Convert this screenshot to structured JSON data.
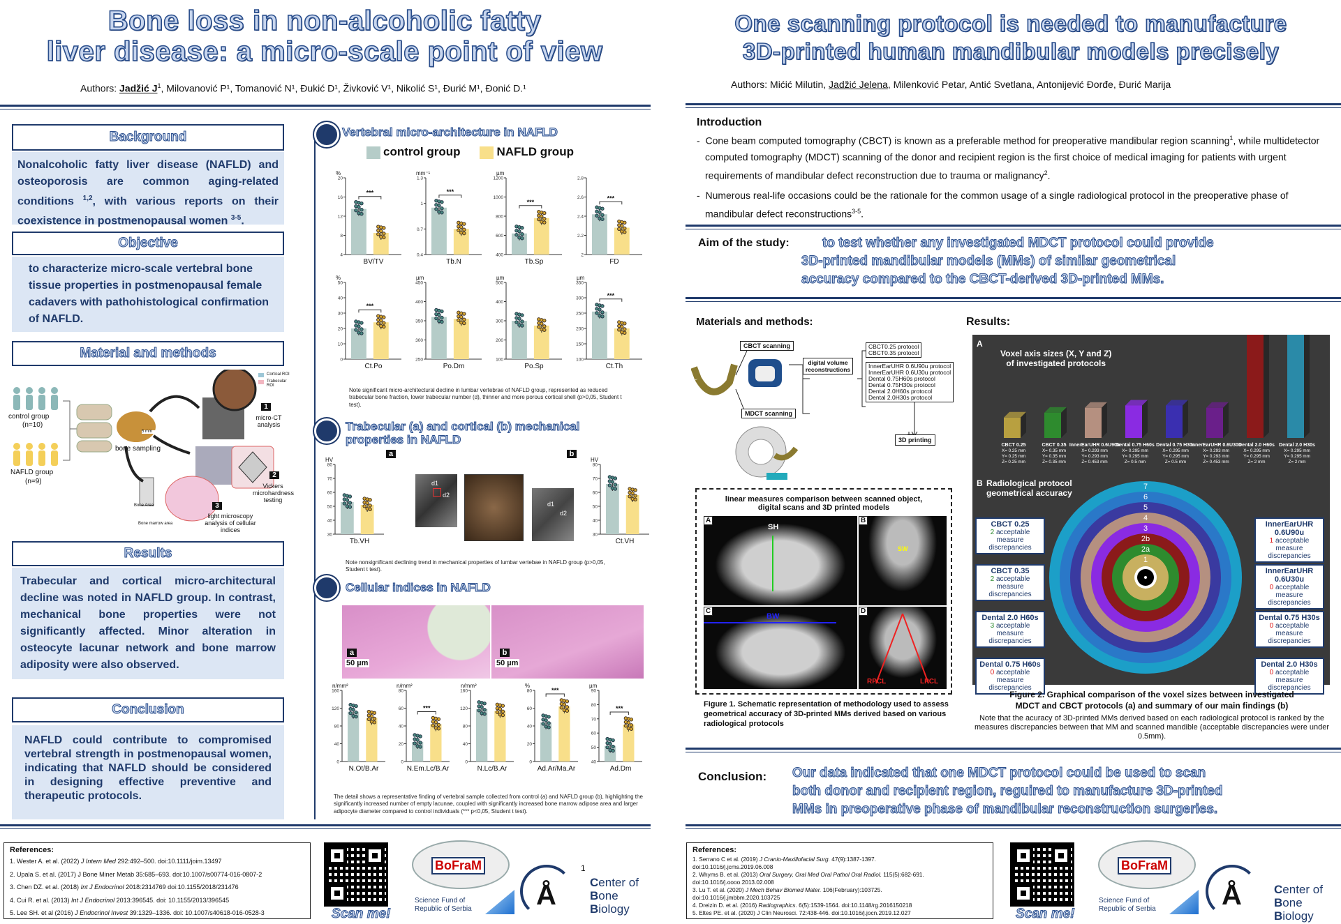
{
  "left": {
    "title": {
      "line1": "Bone loss in non-alcoholic fatty",
      "line2": "liver disease: a micro-scale point of view"
    },
    "authors_prefix": "Authors: ",
    "authors_first": "Jadžić J",
    "authors_first_sup": "1",
    "authors_rest": ", Milovanović P¹, Tomanović N¹, Đukić D¹, Živković V¹, Nikolić S¹, Đurić M¹, Đonić D.¹",
    "background": {
      "title": "Background",
      "text_a": "Nonalcoholic fatty liver disease (NAFLD) and osteoporosis are common aging-related conditions ",
      "sup_a": "1,2",
      "text_b": ", with various reports on their coexistence in postmenopausal women ",
      "sup_b": "3-5",
      "text_c": "."
    },
    "objective": {
      "title": "Objective",
      "text": "to characterize micro-scale vertebral bone tissue properties in postmenopausal female cadavers with pathohistological confirmation of NAFLD."
    },
    "methods": {
      "title": "Material and methods",
      "control_group": "control group",
      "control_n": "(n=10)",
      "nafld_group": "NAFLD group",
      "nafld_n": "(n=9)",
      "bone_sampling": "bone sampling",
      "scale": "5 mm",
      "cortical_roi": "Cortical ROI",
      "trabecular_roi": "Trabecular ROI",
      "step1_num": "1",
      "step1": "micro-CT analysis",
      "step2_num": "2",
      "step2": "Vickers microhardness testing",
      "step3_num": "3",
      "step3": "light microscopy analysis of cellular indices",
      "bone_area": "Bone Area",
      "bone_marrow_area": "Bone marrow area"
    },
    "results": {
      "title": "Results",
      "text": "Trabecular and cortical micro-architectural decline was noted in NAFLD group. In contrast, mechanical bone properties were not significantly affected. Minor alteration in osteocyte lacunar network and bone marrow adiposity were also observed."
    },
    "conclusion": {
      "title": "Conclusion",
      "text": "NAFLD could contribute to compromised vertebral strength in postmenopausal women, indicating that NAFLD should be considered in designing effective preventive and therapeutic protocols."
    },
    "vertebral": {
      "title": "Vertebral micro-architecture in NAFLD",
      "legend_control": "control group",
      "legend_nafld": "NAFLD group",
      "note": "Note significant micro-architectural decline in lumbar vertebrae of NAFLD group, represented as reduced trabecular bone fraction, lower trabecular number (d), thinner and more porous cortical shell (p>0,05, Student t test)."
    },
    "mechanical": {
      "title_line1": "Trabecular (a) and cortical (b) mechanical",
      "title_line2": "properties in NAFLD",
      "panel_a": "a",
      "panel_b": "b",
      "d1": "d1",
      "d2": "d2",
      "note": "Note nonsignificant declining trend in mechanical properties of lumbar vertebae in NAFLD group (p>0,05, Student t test)."
    },
    "cellular": {
      "title": "Cellular indices in NAFLD",
      "panel_a": "a",
      "panel_b": "b",
      "scale": "50 µm",
      "note": "The detail shows a representative finding of vertebral sample collected from control (a) and NAFLD group (b), highlighting the significantly increased number of empty lacunae, coupled with significantly increased bone marrow adipose area and larger adipocyte diameter compared to control individuals (*** p<0,05, Student t test)."
    },
    "references": {
      "title": "References:",
      "items": [
        [
          "1. Wester A. et al. (2022) ",
          "J Intern Med",
          " 292:492–500. doi:10.1111/joim.13497"
        ],
        [
          "2. Upala S. et al. (2017) J Bone Miner Metab 35:685–693. doi:10.1007/s00774-016-0807-2",
          "",
          ""
        ],
        [
          "3. Chen DZ. et al. (2018) ",
          "Int J Endocrinol",
          " 2018:2314769 doi:10.1155/2018/231476"
        ],
        [
          "4. Cui R. et al. (2013) ",
          "Int J Endocrinol",
          " 2013:396545. doi: 10.1155/2013/396545"
        ],
        [
          "5. Lee SH. et al (2016) ",
          "J Endocrinol Invest",
          " 39:1329–1336. doi: 10.1007/s40618-016-0528-3"
        ]
      ]
    },
    "scan_me": "Scan me!",
    "page_number": "1"
  },
  "right": {
    "title": {
      "line1": "One scanning protocol is needed to manufacture",
      "line2": "3D-printed human mandibular models precisely"
    },
    "authors_prefix": "Authors: Mićić Milutin, ",
    "authors_underlined": "Jadžić Jelena",
    "authors_rest": ", Milenković Petar, Antić Svetlana, Antonijević Đorđe, Đurić Marija",
    "introduction": {
      "title": "Introduction",
      "bullet1_a": "Cone beam computed tomography (CBCT) is known as a preferable method for preoperative mandibular region scanning",
      "bullet1_sup1": "1",
      "bullet1_b": ", while multidetector computed tomography (MDCT) scanning of the donor and recipient region is the first choice of medical imaging for patients with urgent requirements of mandibular defect reconstruction due to trauma or malignancy",
      "bullet1_sup2": "2",
      "bullet1_c": ".",
      "bullet2_a": "Numerous real-life occasions could be the rationale for the common usage of a single radiological protocol in the preoperative phase of mandibular defect reconstructions",
      "bullet2_sup": "3-5",
      "bullet2_b": "."
    },
    "aim": {
      "label": "Aim of the study:",
      "line1": "to test whether any investigated MDCT protocol could provide",
      "line2": "3D-printed mandibular models (MMs) of similar geometrical",
      "line3": "accuracy compared to the CBCT-derived 3D-printed MMs."
    },
    "methods": {
      "title": "Materials and methods:",
      "cbct_scanning": "CBCT scanning",
      "mdct_scanning": "MDCT scanning",
      "digital_volume": "digital volume reconstructions",
      "cbct_protocols": [
        "CBCT0.25 protocol",
        "CBCT0.35 protocol"
      ],
      "mdct_protocols": [
        "InnerEarUHR 0.6U90u protocol",
        "InnerEarUHR 0.6U30u protocol",
        "Dental 0.75H60s protocol",
        "Dental 0.75H30s protocol",
        "Dental 2.0H60s protocol",
        "Dental 2.0H30s protocol"
      ],
      "printing": "3D printing",
      "comparison_line1": "linear measures comparison between scanned object,",
      "comparison_line2": "digital scans and 3D printed models",
      "panels": [
        "A",
        "B",
        "C",
        "D"
      ],
      "sh": "SH",
      "sw": "SW",
      "bw": "BW",
      "rpcl": "RPCL",
      "lpcl": "LPCL",
      "fig1_caption": "Figure 1. Schematic representation of methodology used to assess geometrical accuracy of 3D-printed MMs derived based on various radiological protocols"
    },
    "results": {
      "title": "Results:",
      "panel_a": "A",
      "voxel_title_line1": "Voxel axis sizes (X, Y and Z)",
      "voxel_title_line2": "of investigated protocols",
      "voxel_bars": [
        {
          "name": "CBCT 0.25",
          "x": "X= 0.25 mm",
          "y": "Y= 0.25 mm",
          "z": "Z= 0.25 mm",
          "color": "#b8a040",
          "value": 0.25
        },
        {
          "name": "CBCT 0.35",
          "x": "X= 0.35 mm",
          "y": "Y= 0.35 mm",
          "z": "Z= 0.35 mm",
          "color": "#2e8b2e",
          "value": 0.35
        },
        {
          "name": "InnerEarUHR 0.6U90u",
          "x": "X= 0.293 mm",
          "y": "Y= 0.293 mm",
          "z": "Z= 0.453 mm",
          "color": "#b59080",
          "value": 0.453
        },
        {
          "name": "Dental 0.75 H60s",
          "x": "X= 0.295 mm",
          "y": "Y= 0.295 mm",
          "z": "Z= 0.5 mm",
          "color": "#8a2be2",
          "value": 0.5
        },
        {
          "name": "Dental 0.75 H30s",
          "x": "X= 0.295 mm",
          "y": "Y= 0.295 mm",
          "z": "Z= 0.5 mm",
          "color": "#3a2fb0",
          "value": 0.5
        },
        {
          "name": "InnerEarUHR 0.6U30u",
          "x": "X= 0.293 mm",
          "y": "Y= 0.293 mm",
          "z": "Z= 0.453 mm",
          "color": "#6a1f8a",
          "value": 0.453
        },
        {
          "name": "Dental 2.0 H60s",
          "x": "X= 0.295 mm",
          "y": "Y= 0.295 mm",
          "z": "Z= 2 mm",
          "color": "#8b1a1a",
          "value": 2
        },
        {
          "name": "Dental 2.0 H30s",
          "x": "X= 0.295 mm",
          "y": "Y= 0.295 mm",
          "z": "Z= 2 mm",
          "color": "#2a8aa8",
          "value": 2
        }
      ],
      "panel_b": "B",
      "rings_title_line1": "Radiological protocol",
      "rings_title_line2": "geometrical accuracy",
      "ring_labels": [
        "7",
        "6",
        "5",
        "4",
        "3",
        "2b",
        "2a",
        "1"
      ],
      "left_chips": [
        {
          "name": "CBCT 0.25",
          "count": "2",
          "count_color": "green",
          "text": "acceptable measure discrepancies"
        },
        {
          "name": "CBCT 0.35",
          "count": "2",
          "count_color": "green",
          "text": "acceptable measure discrepancies"
        },
        {
          "name": "Dental 2.0 H60s",
          "count": "3",
          "count_color": "green",
          "text": "acceptable measure discrepancies"
        },
        {
          "name": "Dental 0.75 H60s",
          "count": "0",
          "count_color": "red",
          "text": "acceptable measure discrepancies"
        }
      ],
      "right_chips": [
        {
          "name": "InnerEarUHR 0.6U90u",
          "count": "1",
          "count_color": "red",
          "text": "acceptable measure discrepancies"
        },
        {
          "name": "InnerEarUHR 0.6U30u",
          "count": "0",
          "count_color": "red",
          "text": "acceptable measure discrepancies"
        },
        {
          "name": "Dental 0.75 H30s",
          "count": "0",
          "count_color": "red",
          "text": "acceptable measure discrepancies"
        },
        {
          "name": "Dental 2.0 H30s",
          "count": "0",
          "count_color": "red",
          "text": "acceptable measure discrepancies"
        }
      ],
      "fig2_caption_line1": "Figure 2. Graphical comparison of the voxel sizes between investigated",
      "fig2_caption_line2": "MDCT and CBCT protocols (a) and summary of our main findings (b)",
      "fig2_note": "Note that the acuracy of 3D-printed MMs derived based on each radiological protocol is ranked by the measures discrepancies between that MM and scanned mandible (acceptable discrepancies were under 0.5mm)."
    },
    "conclusion": {
      "label": "Conclusion:",
      "line1": "Our data indicated that one MDCT protocol could be used to scan",
      "line2": "both donor and recipient region, reguired to manufacture 3D-printed",
      "line3": "MMs in preoperative phase of mandibular reconstruction surgeries."
    },
    "references": {
      "title": "References:",
      "items": [
        [
          "1. Serrano C et al. (2019) ",
          "J Cranio-Maxillofacial Surg.",
          " 47(9):1387-1397."
        ],
        [
          "doi:10.1016/j.jcms.2019.06.008",
          "",
          ""
        ],
        [
          "2. Whyms B. et al. (2013) ",
          "Oral Surgery, Oral Med Oral Pathol Oral Radiol.",
          " 115(5):682-691."
        ],
        [
          "doi:10.1016/j.oooo.2013.02.008",
          "",
          ""
        ],
        [
          "3. Lu T. et al. (2020) ",
          "J Mech Behav Biomed Mater.",
          " 106(February):103725."
        ],
        [
          "doi:10.1016/j.jmbbm.2020.103725",
          "",
          ""
        ],
        [
          "4. Dreizin D. et al. (2016) ",
          "Radiographics.",
          " 6(5):1539-1564. doi:10.1148/rg.2016150218"
        ],
        [
          "5. Eltes PE. et al. (2020) J Clin Neurosci. 72:438-446. doi:10.1016/j.jocn.2019.12.027",
          "",
          ""
        ]
      ]
    },
    "scan_me": "Scan me!"
  },
  "logos": {
    "bofram": "BoFraM",
    "science_fund_line1": "Science Fund of",
    "science_fund_line2": "Republic of Serbia",
    "center_c": "C",
    "center_rest1": "enter of",
    "center_b": "B",
    "center_rest2": "one",
    "center_b2": "B",
    "center_rest3": "iology"
  },
  "chart_data": [
    {
      "type": "bar",
      "title": "Vertebral micro-architecture in NAFLD",
      "series_names": [
        "control group",
        "NAFLD group"
      ],
      "colors": {
        "control": "#b5ccc8",
        "nafld": "#f8df8a"
      },
      "panels": [
        {
          "label": "BV/TV",
          "unit": "%",
          "ticks": [
            4,
            8,
            12,
            16,
            20
          ],
          "ylim": [
            4,
            20
          ],
          "control": 13.5,
          "nafld": 8.5,
          "sig": "***"
        },
        {
          "label": "Tb.N",
          "unit": "mm⁻¹",
          "ticks": [
            0.4,
            0.7,
            1.0,
            1.3
          ],
          "ylim": [
            0.4,
            1.3
          ],
          "control": 0.95,
          "nafld": 0.7,
          "sig": "***"
        },
        {
          "label": "Tb.Sp",
          "unit": "µm",
          "ticks": [
            400,
            600,
            800,
            1000,
            1200
          ],
          "ylim": [
            400,
            1200
          ],
          "control": 620,
          "nafld": 780,
          "sig": "***"
        },
        {
          "label": "FD",
          "unit": "",
          "ticks": [
            2.0,
            2.2,
            2.4,
            2.6,
            2.8
          ],
          "ylim": [
            2.0,
            2.8
          ],
          "control": 2.42,
          "nafld": 2.28,
          "sig": "***"
        },
        {
          "label": "Ct.Po",
          "unit": "%",
          "ticks": [
            0,
            10,
            20,
            30,
            40,
            50
          ],
          "ylim": [
            0,
            50
          ],
          "control": 20,
          "nafld": 24,
          "sig": "***"
        },
        {
          "label": "Po.Dm",
          "unit": "µm",
          "ticks": [
            250,
            300,
            350,
            400,
            450
          ],
          "ylim": [
            250,
            450
          ],
          "control": 360,
          "nafld": 355,
          "sig": ""
        },
        {
          "label": "Po.Sp",
          "unit": "µm",
          "ticks": [
            100,
            200,
            300,
            400,
            500
          ],
          "ylim": [
            100,
            500
          ],
          "control": 300,
          "nafld": 275,
          "sig": ""
        },
        {
          "label": "Ct.Th",
          "unit": "µm",
          "ticks": [
            100,
            150,
            200,
            250,
            300,
            350
          ],
          "ylim": [
            100,
            350
          ],
          "control": 255,
          "nafld": 200,
          "sig": "***"
        }
      ]
    },
    {
      "type": "bar",
      "title": "Trabecular (a) and cortical (b) mechanical properties in NAFLD",
      "panels": [
        {
          "label": "Tb.VH",
          "unit": "HV",
          "ticks": [
            30,
            40,
            50,
            60,
            70,
            80
          ],
          "ylim": [
            30,
            80
          ],
          "control": 53,
          "nafld": 51,
          "sig": ""
        },
        {
          "label": "Ct.VH",
          "unit": "HV",
          "ticks": [
            30,
            40,
            50,
            60,
            70,
            80
          ],
          "ylim": [
            30,
            80
          ],
          "control": 66,
          "nafld": 58,
          "sig": ""
        }
      ]
    },
    {
      "type": "bar",
      "title": "Cellular indices in NAFLD",
      "panels": [
        {
          "label": "N.Ot/B.Ar",
          "unit": "n/mm²",
          "ticks": [
            0,
            40,
            80,
            120,
            160
          ],
          "ylim": [
            0,
            160
          ],
          "control": 112,
          "nafld": 98,
          "sig": ""
        },
        {
          "label": "N.Em.Lc/B.Ar",
          "unit": "n/mm²",
          "ticks": [
            0,
            20,
            40,
            60,
            80
          ],
          "ylim": [
            0,
            80
          ],
          "control": 22,
          "nafld": 42,
          "sig": "***"
        },
        {
          "label": "N.Lc/B.Ar",
          "unit": "n/mm²",
          "ticks": [
            0,
            40,
            80,
            120,
            160
          ],
          "ylim": [
            0,
            160
          ],
          "control": 118,
          "nafld": 114,
          "sig": ""
        },
        {
          "label": "Ad.Ar/Ma.Ar",
          "unit": "%",
          "ticks": [
            0,
            20,
            40,
            60,
            80
          ],
          "ylim": [
            0,
            80
          ],
          "control": 44,
          "nafld": 62,
          "sig": "***"
        },
        {
          "label": "Ad.Dm",
          "unit": "µm",
          "ticks": [
            40,
            50,
            60,
            70,
            80,
            90
          ],
          "ylim": [
            40,
            90
          ],
          "control": 51,
          "nafld": 66,
          "sig": "***"
        }
      ]
    }
  ]
}
